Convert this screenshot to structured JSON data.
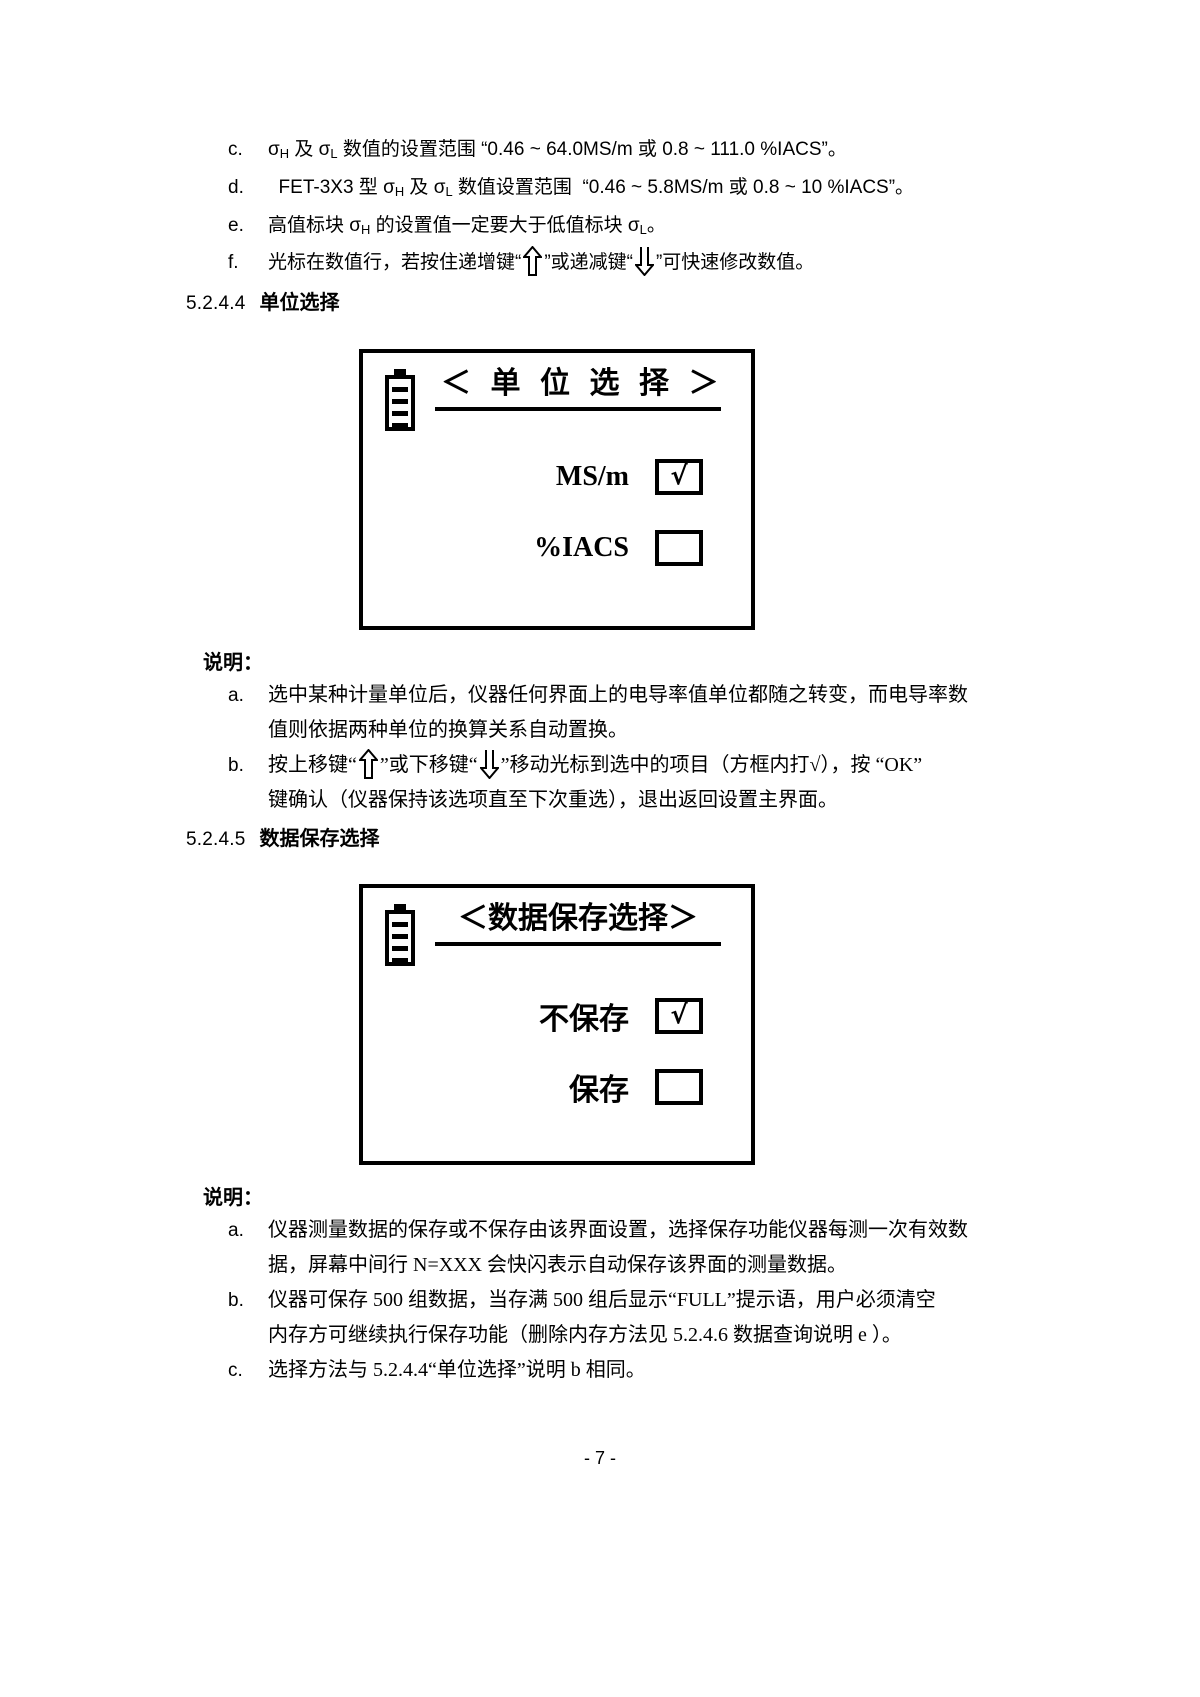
{
  "page": {
    "footer": "- 7 -",
    "ink": "#000000",
    "paper": "#ffffff"
  },
  "top_list": {
    "items": [
      {
        "marker": "c.",
        "pre": "σ",
        "text_parts": [
          "σ",
          "H",
          " 及 ",
          "σ",
          "L",
          " 数值的设置范围 “0.46 ~ 64.0MS/m 或 0.8 ~ 111.0 %IACS”。"
        ],
        "plain": "σH 及 σL 数值的设置范围 “0.46 ~ 64.0MS/m 或 0.8 ~ 111.0 %IACS”。"
      },
      {
        "marker": "d.",
        "plain": "  FET-3X3 型 σH 及 σL 数值设置范围  “0.46 ~ 5.8MS/m 或 0.8 ~ 10 %IACS”。"
      },
      {
        "marker": "e.",
        "plain": "高值标块 σH 的设置值一定要大于低值标块 σL。"
      },
      {
        "marker": "f.",
        "plain": "光标在数值行，若按住递增键 “ ⇧ ” 或递减键 “ ⇩ ” 可快速修改数值。"
      }
    ]
  },
  "section_unit": {
    "number": "5.2.4.4",
    "title": "单位选择",
    "lcd": {
      "battery_icon": "battery-icon",
      "title": "＜ 单 位 选 择 ＞",
      "rows": [
        {
          "label": "MS/m",
          "checked": true,
          "check_glyph": "√"
        },
        {
          "label": "%IACS",
          "checked": false,
          "check_glyph": ""
        }
      ]
    },
    "note_head": "说明：",
    "notes": [
      {
        "marker": "a.",
        "lines": [
          "选中某种计量单位后，仪器任何界面上的电导率值单位都随之转变，而电导率数",
          "值则依据两种单位的换算关系自动置换。"
        ]
      },
      {
        "marker": "b.",
        "lines": [
          "按上移键“ ⇧ ”或下移键“ ⇩ ”移动光标到选中的项目（方框内打√），按 “OK”",
          "键确认（仪器保持该选项直至下次重选），退出返回设置主界面。"
        ]
      }
    ]
  },
  "section_save": {
    "number": "5.2.4.5",
    "title": "数据保存选择",
    "lcd": {
      "battery_icon": "battery-icon",
      "title": "＜数据保存选择＞",
      "rows": [
        {
          "label": "不保存",
          "checked": true,
          "check_glyph": "√"
        },
        {
          "label": "保存",
          "checked": false,
          "check_glyph": ""
        }
      ]
    },
    "note_head": "说明：",
    "notes": [
      {
        "marker": "a.",
        "lines": [
          "仪器测量数据的保存或不保存由该界面设置，选择保存功能仪器每测一次有效数",
          "据，屏幕中间行 N=XXX 会快闪表示自动保存该界面的测量数据。"
        ]
      },
      {
        "marker": "b.",
        "lines": [
          "仪器可保存 500 组数据，当存满 500 组后显示“FULL”提示语，用户必须清空",
          "内存方可继续执行保存功能（删除内存方法见 5.2.4.6 数据查询说明 e ）。"
        ]
      },
      {
        "marker": "c.",
        "lines": [
          "选择方法与 5.2.4.4“单位选择”说明 b 相同。"
        ]
      }
    ]
  }
}
